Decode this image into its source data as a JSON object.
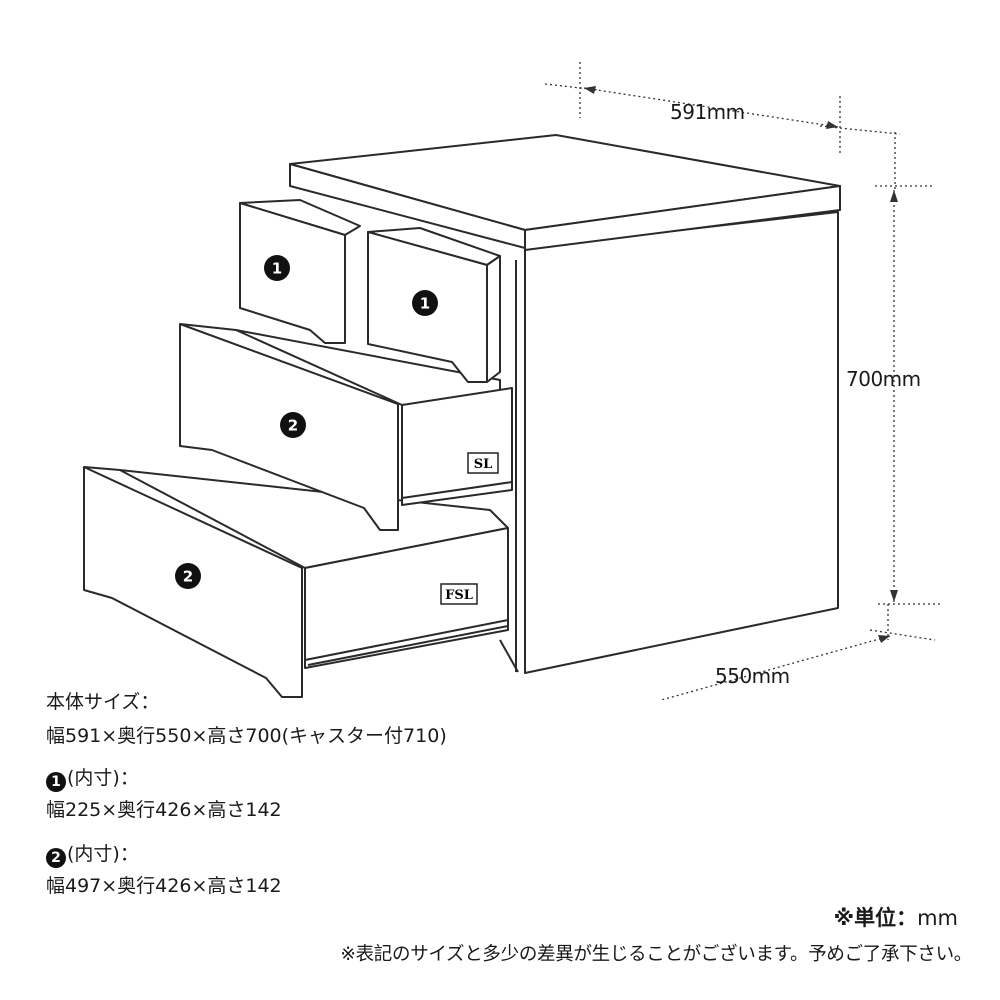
{
  "dimensions": {
    "width": "591mm",
    "height": "700mm",
    "depth": "550mm"
  },
  "drawer_markers": {
    "one": "1",
    "two": "2"
  },
  "badges": {
    "sl": "SL",
    "fsl": "FSL"
  },
  "specs": {
    "body_title": "本体サイズ：",
    "body_value": "幅591×奥行550×高さ700(キャスター付710)",
    "drawer1_marker": "1",
    "drawer1_title": "(内寸)：",
    "drawer1_value": "幅225×奥行426×高さ142",
    "drawer2_marker": "2",
    "drawer2_title": "(内寸)：",
    "drawer2_value": "幅497×奥行426×高さ142"
  },
  "unit_label": "※単位：",
  "unit_value": "mm",
  "note": "※表記のサイズと多少の差異が生じることがございます。予めご了承下さい。"
}
